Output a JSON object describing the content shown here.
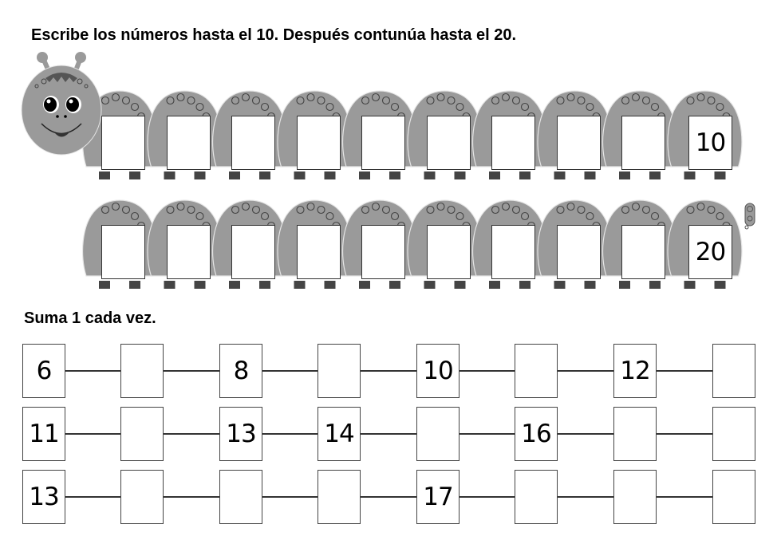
{
  "section1": {
    "instruction": "Escribe los números hasta el 10. Después contunúa hasta el 20.",
    "caterpillar_row1": [
      "",
      "",
      "",
      "",
      "",
      "",
      "",
      "",
      "",
      "10"
    ],
    "caterpillar_row2": [
      "",
      "",
      "",
      "",
      "",
      "",
      "",
      "",
      "",
      "20"
    ]
  },
  "section2": {
    "instruction": "Suma 1 cada vez.",
    "rows": [
      [
        "6",
        "",
        "8",
        "",
        "10",
        "",
        "12",
        ""
      ],
      [
        "11",
        "",
        "13",
        "14",
        "",
        "16",
        "",
        ""
      ],
      [
        "13",
        "",
        "",
        "",
        "17",
        "",
        "",
        ""
      ]
    ]
  },
  "colors": {
    "body_gray": "#9a9a9a",
    "feet": "#444444",
    "outline": "#333333"
  }
}
